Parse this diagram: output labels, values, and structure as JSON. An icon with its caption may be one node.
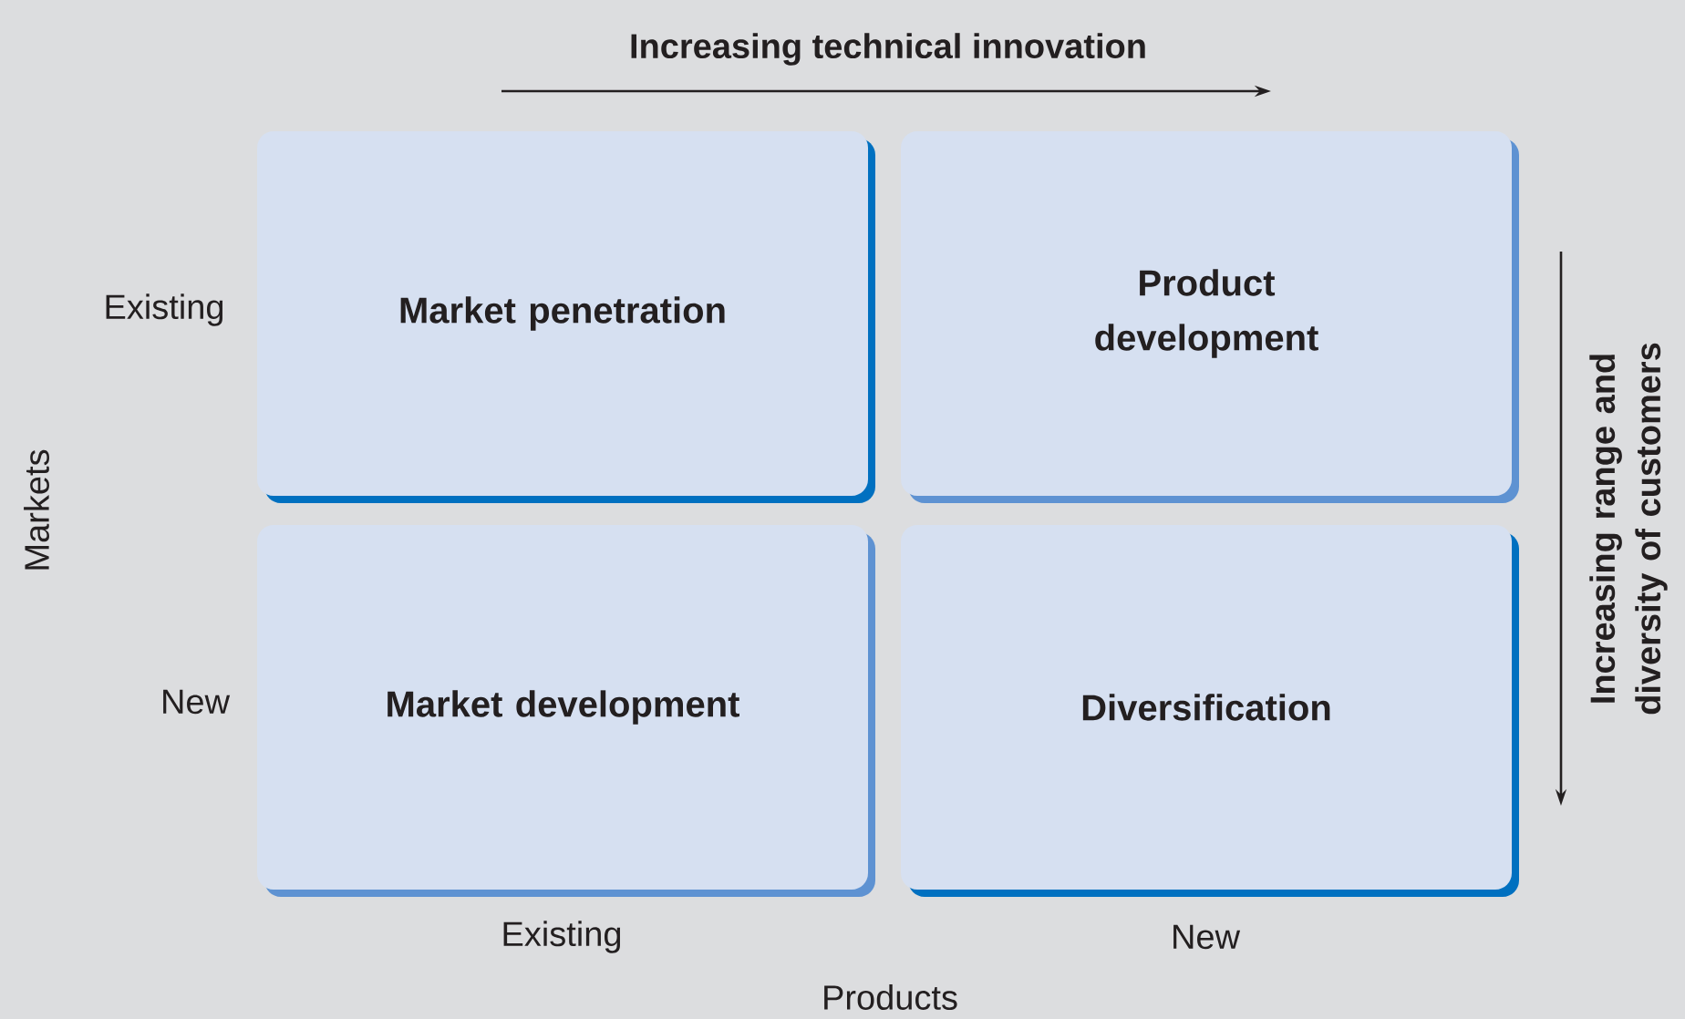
{
  "diagram": {
    "nodes": [
      {
        "text": [
          "Market penetration"
        ]
      },
      {
        "text": [
          "Product development"
        ]
      },
      {
        "text": [
          "Market development"
        ]
      },
      {
        "text": [
          "Diversification"
        ]
      }
    ],
    "labels": [
      "Increasing technical innovation",
      "Existing",
      "Markets",
      "Increasing range and diversity of customers",
      "New",
      "Existing",
      "New",
      "Products"
    ]
  }
}
